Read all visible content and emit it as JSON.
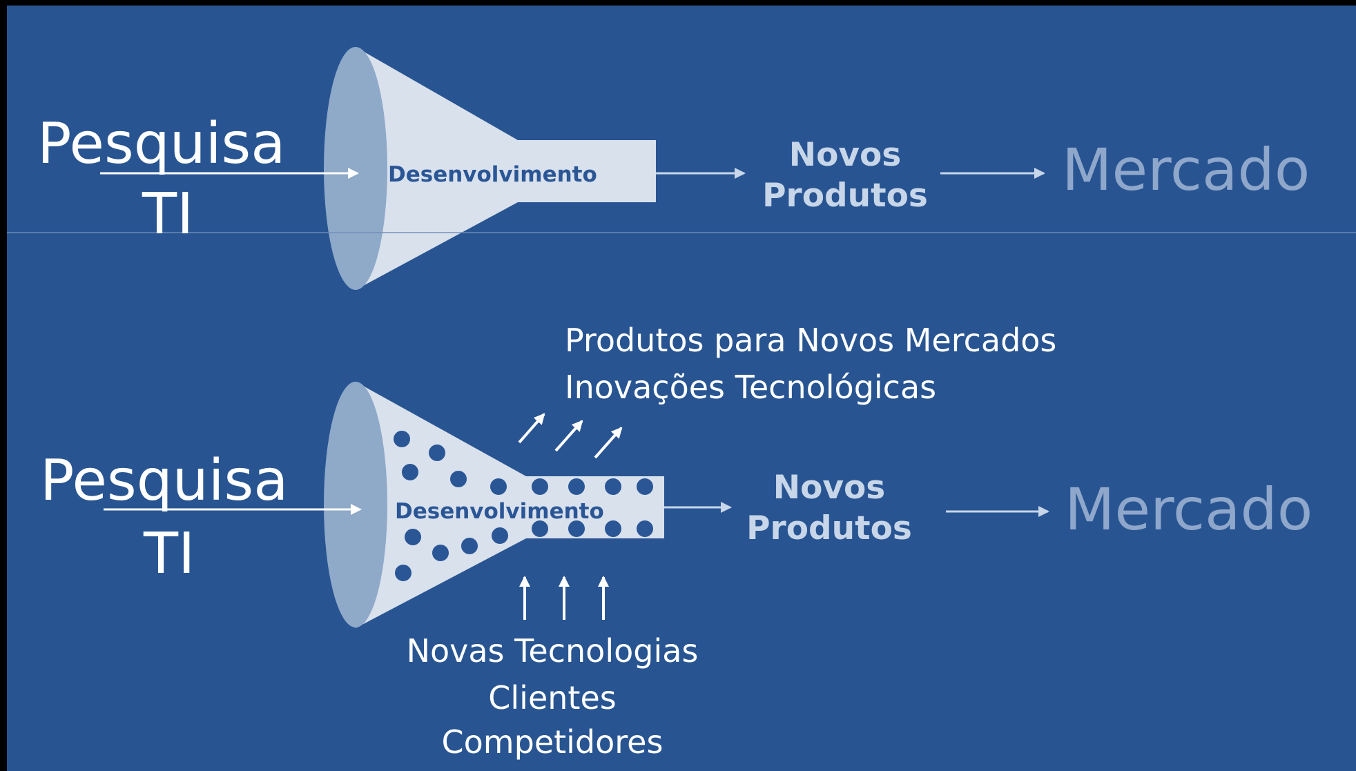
{
  "top_diagram": {
    "inputs": [
      "Pesquisa",
      "TI"
    ],
    "process": "Desenvolvimento",
    "output": [
      "Novos",
      "Produtos"
    ],
    "destination": "Mercado"
  },
  "bottom_diagram": {
    "inputs": [
      "Pesquisa",
      "TI"
    ],
    "process": "Desenvolvimento",
    "output": [
      "Novos",
      "Produtos"
    ],
    "destination": "Mercado",
    "outflows": [
      "Produtos para Novos Mercados",
      "Inovações Tecnológicas"
    ],
    "inflows": [
      "Novas Tecnologias",
      "Clientes",
      "Competidores"
    ]
  },
  "colors": {
    "background": "#285592",
    "funnel_fill": "#d9e1ec",
    "funnel_mouth": "#8fa9c9",
    "bubbles": "#2a5696",
    "mercado_text": "#8fa7cb",
    "novos_text": "#c8d6e9"
  }
}
